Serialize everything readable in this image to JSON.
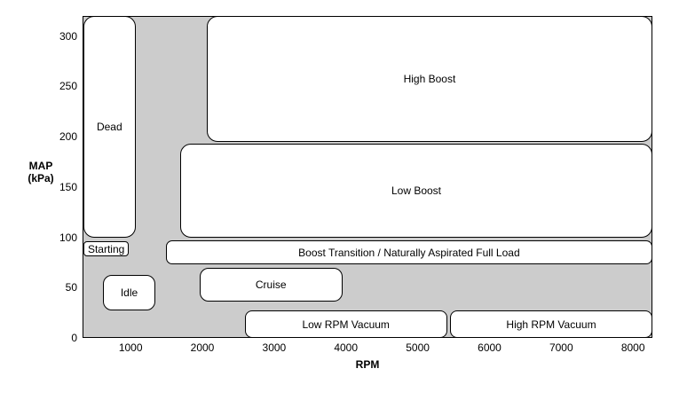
{
  "page": {
    "background": "#ffffff",
    "text_color": "#000000"
  },
  "chart_data": {
    "type": "heatmap",
    "subtype": "engine-operating-region-map",
    "title": "",
    "xlabel": "RPM",
    "ylabel": [
      "MAP",
      "(kPa)"
    ],
    "xlim": [
      330,
      8270
    ],
    "ylim": [
      0,
      320
    ],
    "x_ticks": [
      1000,
      2000,
      3000,
      4000,
      5000,
      6000,
      7000,
      8000
    ],
    "y_ticks": [
      0,
      50,
      100,
      150,
      200,
      250,
      300
    ],
    "grid": false,
    "legend": false,
    "plot_background": "#cccccc",
    "plot_border": "#000000",
    "region_fill": "#ffffff",
    "region_border": "#000000",
    "regions": [
      {
        "label": "Dead",
        "rpm": [
          340,
          1070
        ],
        "map": [
          100,
          320
        ]
      },
      {
        "label": "Starting",
        "rpm": [
          340,
          980
        ],
        "map": [
          81,
          96
        ]
      },
      {
        "label": "Idle",
        "rpm": [
          610,
          1350
        ],
        "map": [
          27,
          63
        ]
      },
      {
        "label": "High Boost",
        "rpm": [
          2060,
          8270
        ],
        "map": [
          195,
          320
        ]
      },
      {
        "label": "Low Boost",
        "rpm": [
          1690,
          8270
        ],
        "map": [
          100,
          193
        ]
      },
      {
        "label": "Boost Transition / Naturally Aspirated Full Load",
        "rpm": [
          1490,
          8270
        ],
        "map": [
          73,
          97
        ]
      },
      {
        "label": "Cruise",
        "rpm": [
          1960,
          3950
        ],
        "map": [
          36,
          70
        ]
      },
      {
        "label": "Low RPM Vacuum",
        "rpm": [
          2590,
          5410
        ],
        "map": [
          0,
          27
        ]
      },
      {
        "label": "High RPM Vacuum",
        "rpm": [
          5450,
          8270
        ],
        "map": [
          0,
          27
        ]
      }
    ]
  }
}
